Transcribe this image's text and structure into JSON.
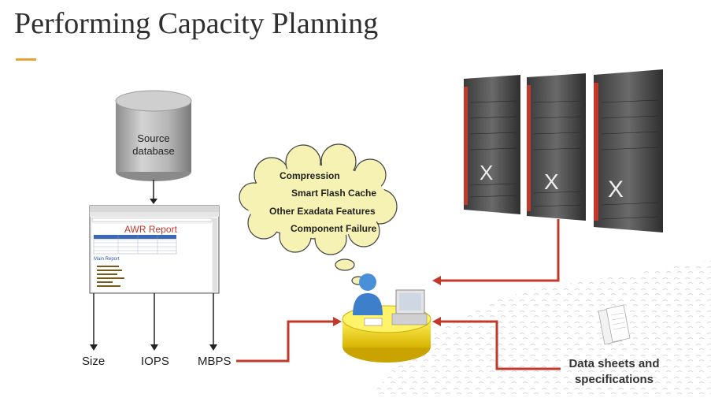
{
  "title": "Performing Capacity Planning",
  "colors": {
    "accent": "#e8a33a",
    "arrow_red": "#c0392b",
    "thought_fill": "#f6f2b4"
  },
  "source_db": {
    "line1": "Source",
    "line2": "database"
  },
  "awr": {
    "title": "AWR Report",
    "main_report": "Main Report"
  },
  "metrics": [
    "Size",
    "IOPS",
    "MBPS"
  ],
  "thought_items": [
    "Compression",
    "Smart Flash Cache",
    "Other Exadata Features",
    "Component Failure"
  ],
  "datasheets": {
    "line1": "Data sheets and",
    "line2": "specifications"
  }
}
